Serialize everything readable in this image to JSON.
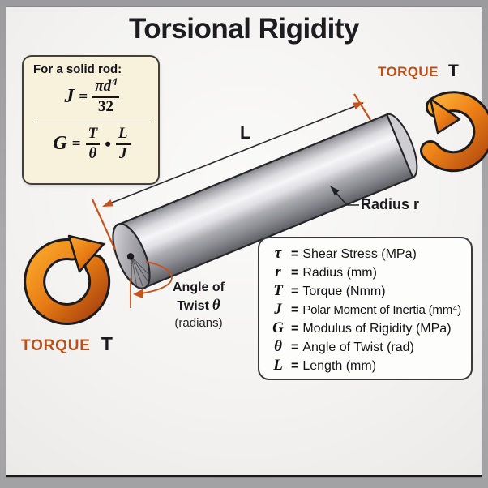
{
  "title": "Torsional Rigidity",
  "formula_box": {
    "heading": "For a solid rod:",
    "j_formula": {
      "lhs": "J",
      "eq": "=",
      "num_base": "πd",
      "num_exp": "4",
      "den": "32"
    },
    "g_formula": {
      "lhs": "G",
      "eq": "=",
      "f1_num": "T",
      "f1_den": "θ",
      "dot": "•",
      "f2_num": "L",
      "f2_den": "J"
    }
  },
  "labels": {
    "torque_top": {
      "word": "TORQUE",
      "symbol": "T"
    },
    "torque_bottom": {
      "word": "TORQUE",
      "symbol": "T"
    },
    "length": "L",
    "radius": "Radius r",
    "angle_line1": "Angle of",
    "angle_line2_word": "Twist",
    "angle_line2_symbol": "θ",
    "angle_line3": "(radians)"
  },
  "legend": {
    "items": [
      {
        "symbol": "τ",
        "eq": "=",
        "desc": "Shear Stress (MPa)"
      },
      {
        "symbol": "r",
        "eq": "=",
        "desc": "Radius (mm)"
      },
      {
        "symbol": "T",
        "eq": "=",
        "desc": "Torque (Nmm)"
      },
      {
        "symbol": "J",
        "eq": "=",
        "desc": "Polar Moment of Inertia (mm⁴)"
      },
      {
        "symbol": "G",
        "eq": "=",
        "desc": "Modulus of Rigidity (MPa)"
      },
      {
        "symbol": "θ",
        "eq": "=",
        "desc": "Angle of Twist (rad)"
      },
      {
        "symbol": "L",
        "eq": "=",
        "desc": "Length (mm)"
      }
    ]
  },
  "colors": {
    "accent_orange_text": "#bc4f16",
    "orange_fill_light": "#f9a62b",
    "orange_fill_dark": "#b44d10",
    "dimension_orange": "#c8531a",
    "ink": "#1d1d21",
    "formula_box_bg": "#f8f1db",
    "legend_bg": "#fdfdfc"
  }
}
